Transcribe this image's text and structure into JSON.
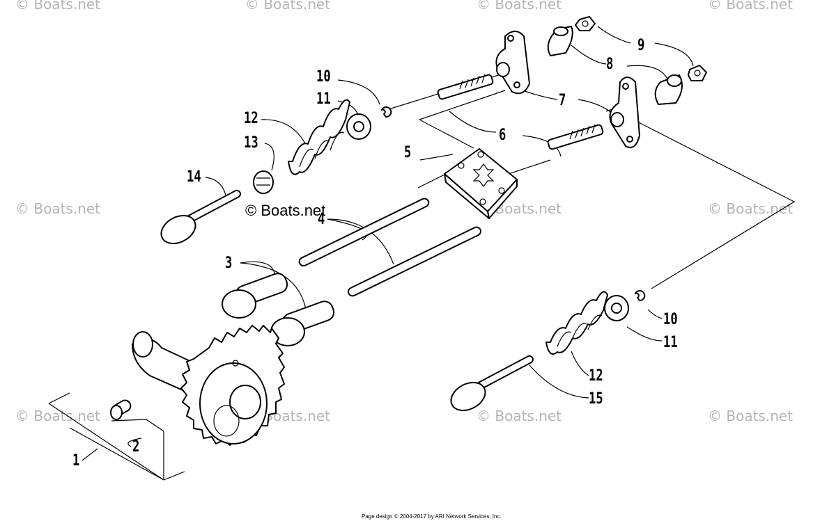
{
  "watermark": "© Boats.net",
  "main_watermark": "© Boats.net",
  "footer": "Page design © 2004-2017 by ARI Network Services, Inc.",
  "callouts": {
    "c1": "1",
    "c2": "2",
    "c3": "3",
    "c4": "4",
    "c5": "5",
    "c6": "6",
    "c7": "7",
    "c8": "8",
    "c9": "9",
    "c10_top": "10",
    "c11_top": "11",
    "c12_top": "12",
    "c13": "13",
    "c14": "14",
    "c10_bottom": "10",
    "c11_bottom": "11",
    "c12_bottom": "12",
    "c15": "15"
  },
  "colors": {
    "line": "#000000",
    "watermark": "#b4b4b4",
    "background": "#ffffff"
  }
}
